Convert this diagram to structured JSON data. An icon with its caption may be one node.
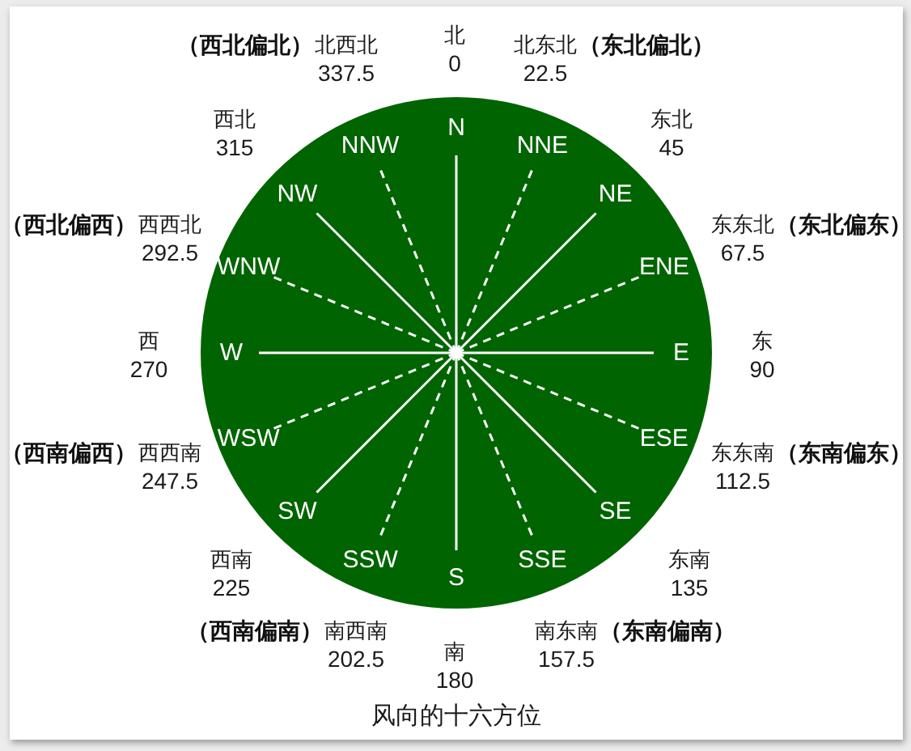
{
  "diagram": {
    "caption": "风向的十六方位",
    "nodes": [
      {
        "text": [
          "N",
          "NNW",
          "NNE",
          "NW",
          "NE",
          "WNW",
          "ENE",
          "W",
          "E",
          "WSW",
          "ESE",
          "SW",
          "SE",
          "SSW",
          "SSE",
          "S"
        ]
      }
    ],
    "labels": [
      "（西北偏北）",
      "北西北",
      "北",
      "北东北",
      "（东北偏北）",
      "337.5",
      "0",
      "22.5",
      "西北",
      "东北",
      "315",
      "45",
      "（西北偏西）",
      "西西北",
      "东东北",
      "（东北偏东）",
      "292.5",
      "67.5",
      "西",
      "东",
      "270",
      "90",
      "（西南偏西）",
      "西西南",
      "东东南",
      "（东南偏东）",
      "247.5",
      "112.5",
      "西南",
      "东南",
      "225",
      "135",
      "（西南偏南）",
      "南西南",
      "南东南",
      "（东南偏南）",
      "202.5",
      "南",
      "157.5",
      "180"
    ]
  }
}
